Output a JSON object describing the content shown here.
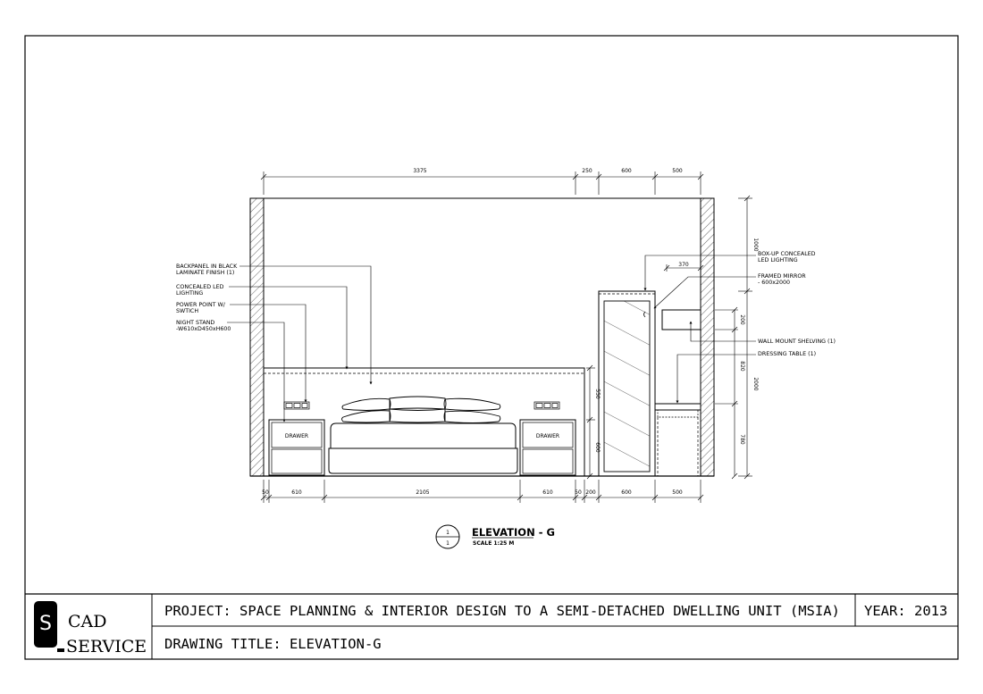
{
  "dimensions_top": {
    "d1": "3375",
    "d2": "250",
    "d3": "600",
    "d4": "500",
    "d5": "370"
  },
  "dimensions_bottom": {
    "d1": "50",
    "d2": "610",
    "d3": "2105",
    "d4": "610",
    "d5": "50",
    "d6": "200",
    "d7": "600",
    "d8": "500"
  },
  "dimensions_right": {
    "d1": "1000",
    "d2": "200",
    "d3": "820",
    "d4": "2000",
    "d5": "780",
    "d6": "550",
    "d7": "600"
  },
  "annotations_left": [
    {
      "line1": "BACKPANEL IN BLACK",
      "line2": "LAMINATE FINISH (1)"
    },
    {
      "line1": "CONCEALED LED",
      "line2": "LIGHTING"
    },
    {
      "line1": "POWER POINT W/",
      "line2": "SWTICH"
    },
    {
      "line1": "NIGHT STAND",
      "line2": "-W610xD450xH600"
    }
  ],
  "annotations_right": [
    {
      "line1": "BOX-UP CONCEALED",
      "line2": "LED LIGHTING"
    },
    {
      "line1": "FRAMED MIRROR",
      "line2": "- 600x2000"
    },
    {
      "line1": "WALL MOUNT SHELVING (1)",
      "line2": ""
    },
    {
      "line1": "DRESSING TABLE (1)",
      "line2": ""
    }
  ],
  "drawer_label": "DRAWER",
  "title_block": {
    "marker_top": "1",
    "marker_bottom": "1",
    "title": "ELEVATION - G",
    "scale": "SCALE   1:25  M"
  },
  "footer": {
    "logo_letter": "S",
    "logo_line1": "CAD",
    "logo_line2": "SERVICE",
    "project": "PROJECT: SPACE PLANNING & INTERIOR DESIGN TO A SEMI-DETACHED DWELLING UNIT (MSIA)",
    "year": "YEAR: 2013",
    "drawing_title": "DRAWING TITLE: ELEVATION-G"
  }
}
